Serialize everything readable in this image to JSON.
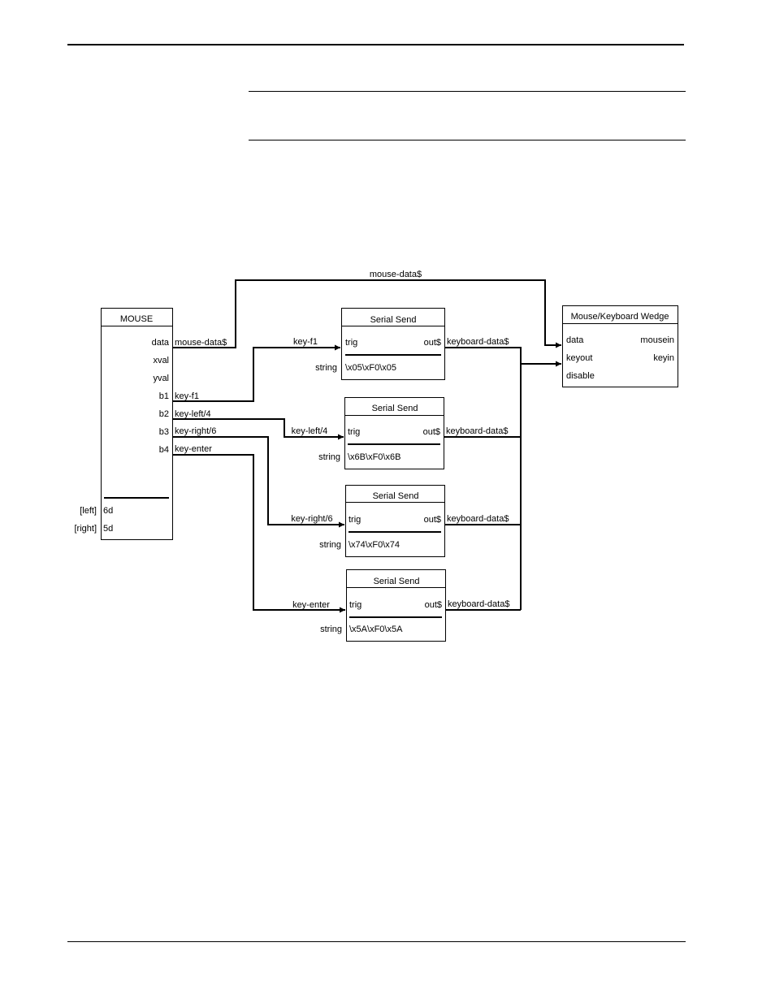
{
  "diagram": {
    "mouse": {
      "title": "MOUSE",
      "outputs": [
        "data",
        "xval",
        "yval",
        "b1",
        "b2",
        "b3",
        "b4"
      ],
      "param_labels": [
        "[left]",
        "[right]"
      ],
      "param_values": [
        "6d",
        "5d"
      ]
    },
    "serial_sends": [
      {
        "title": "Serial Send",
        "trig": "trig",
        "out": "out$",
        "string_label": "string",
        "string_value": "\\x05\\xF0\\x05",
        "in_label": "key-f1",
        "out_label": "keyboard-data$"
      },
      {
        "title": "Serial Send",
        "trig": "trig",
        "out": "out$",
        "string_label": "string",
        "string_value": "\\x6B\\xF0\\x6B",
        "in_label": "key-left/4",
        "out_label": "keyboard-data$"
      },
      {
        "title": "Serial Send",
        "trig": "trig",
        "out": "out$",
        "string_label": "string",
        "string_value": "\\x74\\xF0\\x74",
        "in_label": "key-right/6",
        "out_label": "keyboard-data$"
      },
      {
        "title": "Serial Send",
        "trig": "trig",
        "out": "out$",
        "string_label": "string",
        "string_value": "\\x5A\\xF0\\x5A",
        "in_label": "key-enter",
        "out_label": "keyboard-data$"
      }
    ],
    "wedge": {
      "title": "Mouse/Keyboard Wedge",
      "inputs": [
        "data",
        "keyout",
        "disable"
      ],
      "outputs": [
        "mousein",
        "keyin"
      ]
    },
    "wire_labels": {
      "mouse_data_top": "mouse-data$",
      "mouse_data_port": "mouse-data$",
      "b1": "key-f1",
      "b2": "key-left/4",
      "b3": "key-right/6",
      "b4": "key-enter"
    }
  }
}
